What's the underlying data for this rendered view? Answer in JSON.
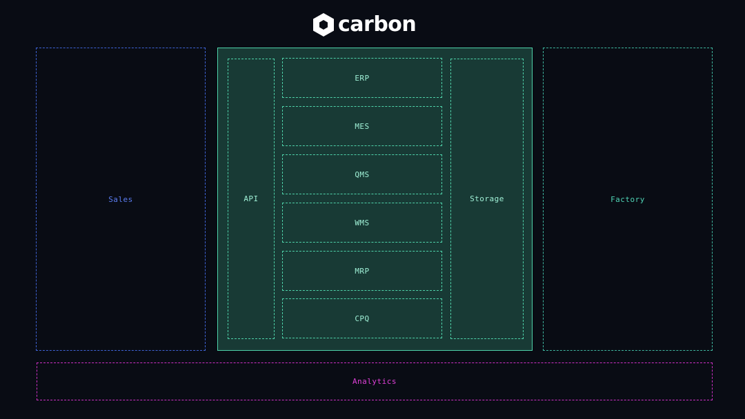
{
  "brand": {
    "name": "carbon",
    "icon": "carbon-hexagon-icon"
  },
  "diagram": {
    "left_box": {
      "label": "Sales"
    },
    "right_box": {
      "label": "Factory"
    },
    "bottom_box": {
      "label": "Analytics"
    },
    "core": {
      "api": {
        "label": "API"
      },
      "storage": {
        "label": "Storage"
      },
      "modules": [
        {
          "label": "ERP"
        },
        {
          "label": "MES"
        },
        {
          "label": "QMS"
        },
        {
          "label": "WMS"
        },
        {
          "label": "MRP"
        },
        {
          "label": "CPQ"
        }
      ]
    }
  },
  "colors": {
    "background": "#090c14",
    "sales": "#5b7cf0",
    "factory": "#4fd3b5",
    "analytics": "#e040d8",
    "core_fill": "#183a35",
    "core_border": "#4fd3aa"
  }
}
